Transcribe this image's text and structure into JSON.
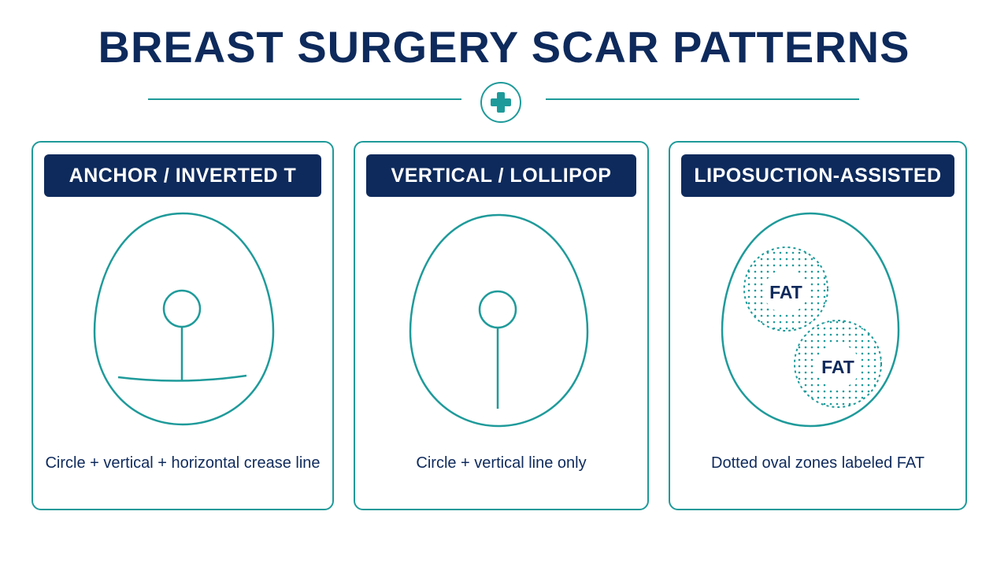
{
  "title": "BREAST SURGERY SCAR PATTERNS",
  "colors": {
    "navy": "#0e2a5c",
    "teal": "#1f9a9a",
    "background": "#ffffff"
  },
  "icons": {
    "divider": "medical-plus-icon"
  },
  "panels": [
    {
      "header": "ANCHOR / INVERTED T",
      "caption": "Circle + vertical + horizontal crease line"
    },
    {
      "header": "VERTICAL / LOLLIPOP",
      "caption": "Circle + vertical line only"
    },
    {
      "header": "LIPOSUCTION-ASSISTED",
      "caption": "Dotted oval zones labeled FAT",
      "zone_labels": [
        "FAT",
        "FAT"
      ]
    }
  ]
}
